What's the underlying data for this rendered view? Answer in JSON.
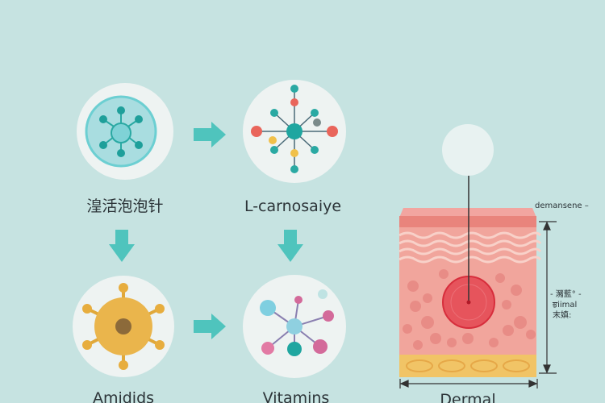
{
  "labels": {
    "top_left": "湟活泡泡针",
    "top_right": "L-carnosaiye",
    "bottom_left": "Amidids",
    "bottom_right": "Vitamins",
    "skin": "Dermal"
  },
  "skin_annotations": {
    "top": "demansene –",
    "side_line1": "- 瀦藍° -",
    "side_line2": "ਭiimal",
    "side_line3": "末嫃:"
  },
  "colors": {
    "background": "#c6e3e1",
    "arrow": "#4fc4bd",
    "teal": "#2aa9a3",
    "skin": "#f2a49b",
    "target": "#e03a48"
  }
}
